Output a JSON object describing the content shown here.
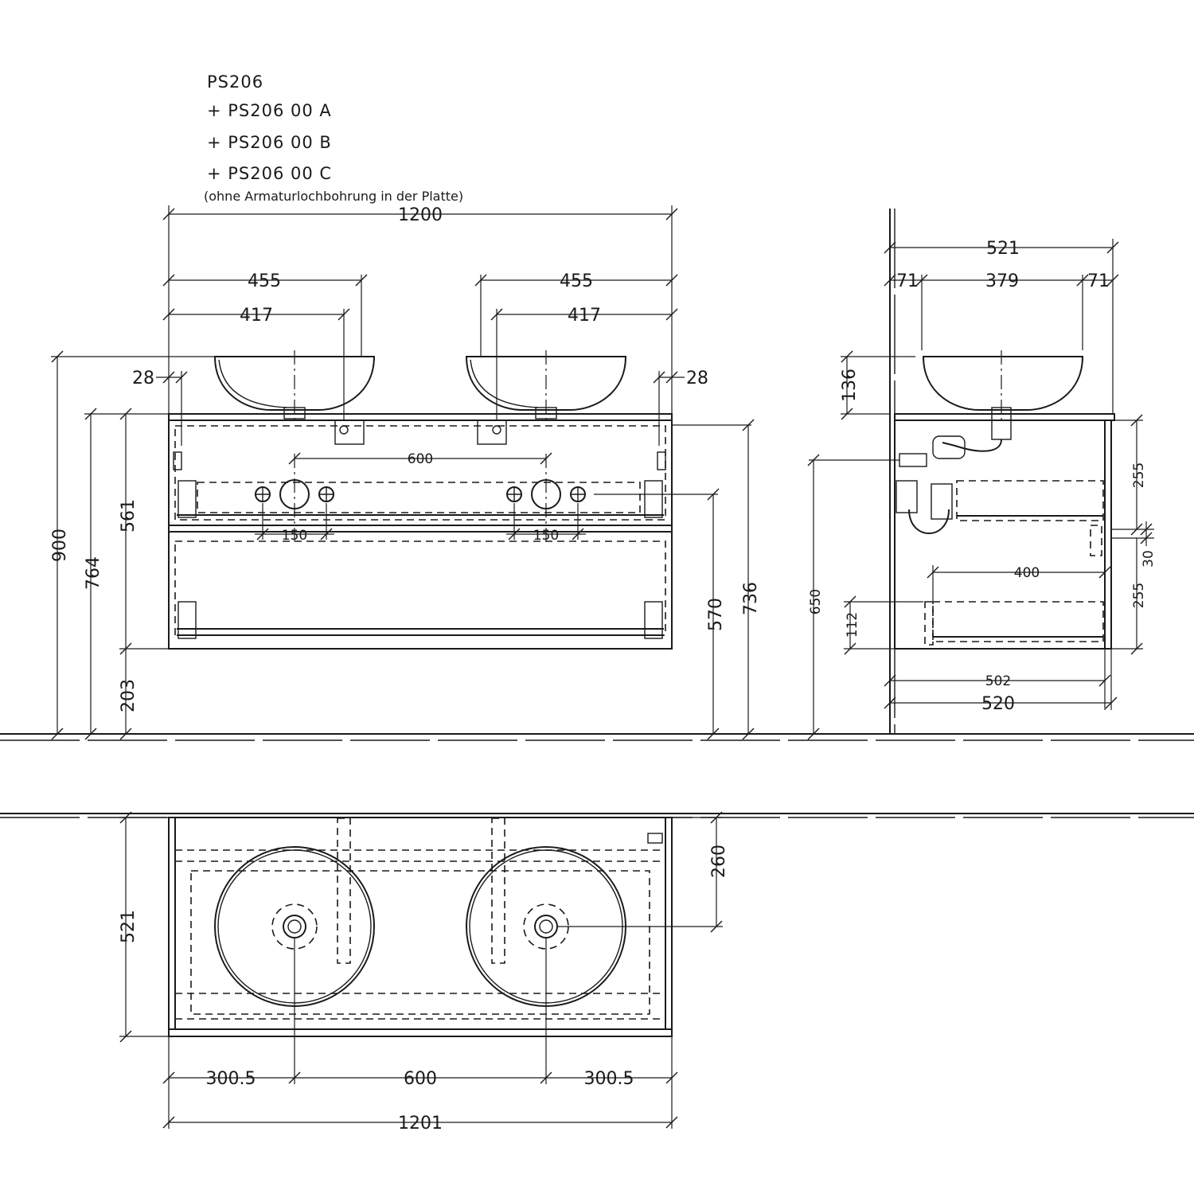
{
  "title_block": {
    "model": "PS206",
    "variants": [
      "+ PS206 00 A",
      "+ PS206 00 B",
      "+ PS206 00 C"
    ],
    "note": "(ohne Armaturlochbohrung in der Platte)"
  },
  "front_view": {
    "overall_width": "1200",
    "bowl_span_left": "455",
    "bowl_span_right": "455",
    "tap_span_left": "417",
    "tap_span_right": "417",
    "edge_left": "28",
    "edge_right": "28",
    "overall_height": "900",
    "top_height": "764",
    "cabinet_height": "561",
    "floor_gap": "203",
    "drain_spacing": "600",
    "hole_spacing_left": "150",
    "hole_spacing_right": "150",
    "drain_height": "570",
    "countertop_height": "736"
  },
  "side_view": {
    "depth_top": "521",
    "side_offset_left": "71",
    "bowl_diameter": "379",
    "side_offset_right": "71",
    "bowl_height": "136",
    "drain_height": "650",
    "drawer_height_upper": "255",
    "drawer_gap": "30",
    "drawer_height_lower": "255",
    "drawer_depth": "400",
    "plinth": "112",
    "inner_depth": "502",
    "outer_depth": "520"
  },
  "top_view": {
    "depth": "521",
    "drain_offset": "260",
    "edge_left": "300.5",
    "center_spacing": "600",
    "edge_right": "300.5",
    "overall_width": "1201"
  }
}
